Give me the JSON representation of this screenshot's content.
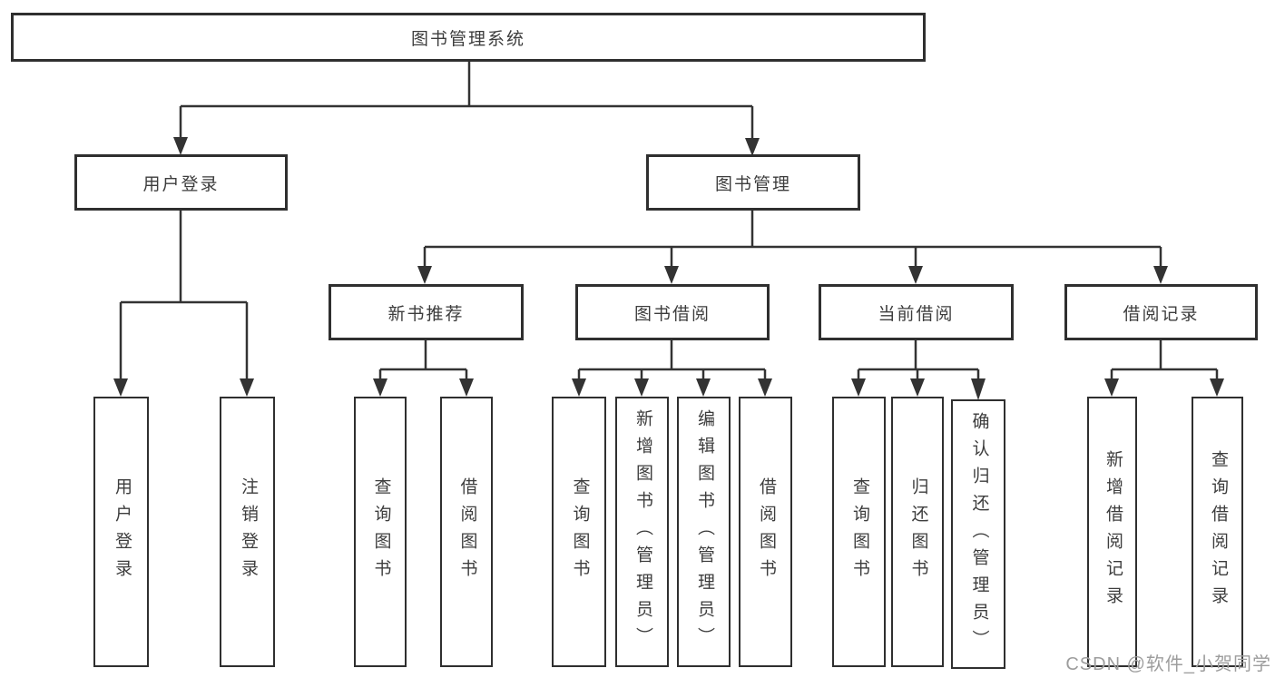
{
  "tree": {
    "label": "图书管理系统",
    "children": [
      {
        "label": "用户登录",
        "children": [
          {
            "label": "用户登录"
          },
          {
            "label": "注销登录"
          }
        ]
      },
      {
        "label": "图书管理",
        "children": [
          {
            "label": "新书推荐",
            "children": [
              {
                "label": "查询图书"
              },
              {
                "label": "借阅图书"
              }
            ]
          },
          {
            "label": "图书借阅",
            "children": [
              {
                "label": "查询图书"
              },
              {
                "label": "新增图书（管理员）"
              },
              {
                "label": "编辑图书（管理员）"
              },
              {
                "label": "借阅图书"
              }
            ]
          },
          {
            "label": "当前借阅",
            "children": [
              {
                "label": "查询图书"
              },
              {
                "label": "归还图书"
              },
              {
                "label": "确认归还（管理员）"
              }
            ]
          },
          {
            "label": "借阅记录",
            "children": [
              {
                "label": "新增借阅记录"
              },
              {
                "label": "查询借阅记录"
              }
            ]
          }
        ]
      }
    ]
  },
  "watermark": {
    "text": "CSDN @软件_小贺同学"
  },
  "colors": {
    "line": "#333333",
    "border": "#2f2f2f",
    "text": "#3d3d3d",
    "watermark": "#9d9d9d",
    "background": "#ffffff"
  }
}
